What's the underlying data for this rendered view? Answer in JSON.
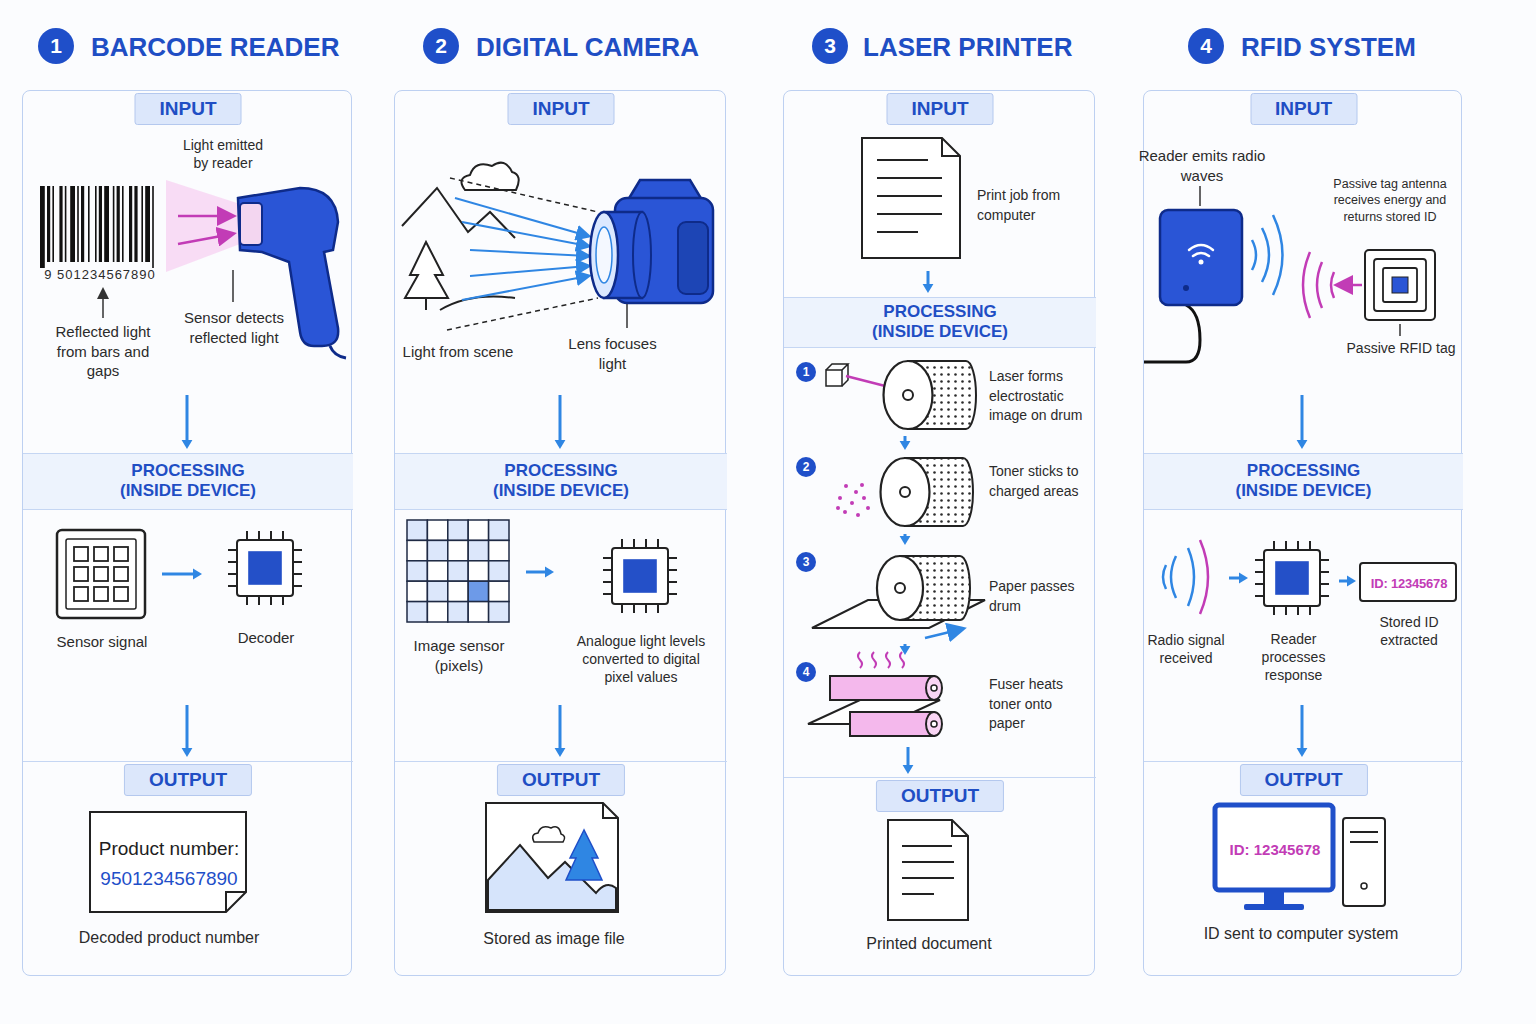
{
  "diagram": {
    "nodes": [
      {
        "text": [
          "1"
        ]
      },
      {
        "text": [
          "BARCODE READER"
        ]
      },
      {
        "text": [
          "INPUT"
        ],
        "in": 1
      },
      {
        "text": [
          "PROCESSING (INSIDE DEVICE)"
        ],
        "in": 1
      },
      {
        "text": [
          "OUTPUT"
        ],
        "in": 1
      },
      {
        "text": [
          "Sensor signal"
        ],
        "in": 3
      },
      {
        "text": [
          "Decoder"
        ],
        "in": 3
      },
      {
        "text": [
          "Product number:",
          "9501234567890",
          "Decoded product number"
        ],
        "in": 4
      },
      {
        "text": [
          "2"
        ]
      },
      {
        "text": [
          "DIGITAL CAMERA"
        ]
      },
      {
        "text": [
          "INPUT"
        ],
        "in": 9
      },
      {
        "text": [
          "PROCESSING (INSIDE DEVICE)"
        ],
        "in": 9
      },
      {
        "text": [
          "OUTPUT"
        ],
        "in": 9
      },
      {
        "text": [
          "Image sensor (pixels)"
        ],
        "in": 11
      },
      {
        "text": [
          "Analogue light levels converted to digital pixel values"
        ],
        "in": 11
      },
      {
        "text": [
          "Stored as image file"
        ],
        "in": 12
      },
      {
        "text": [
          "3"
        ]
      },
      {
        "text": [
          "LASER PRINTER"
        ]
      },
      {
        "text": [
          "INPUT"
        ],
        "in": 17
      },
      {
        "text": [
          "Print job from computer"
        ],
        "in": 18
      },
      {
        "text": [
          "PROCESSING (INSIDE DEVICE)"
        ],
        "in": 17
      },
      {
        "text": [
          "1",
          "Laser forms electrostatic image on drum"
        ],
        "in": 20
      },
      {
        "text": [
          "2",
          "Toner sticks to charged areas"
        ],
        "in": 20
      },
      {
        "text": [
          "3",
          "Paper passes drum"
        ],
        "in": 20
      },
      {
        "text": [
          "4",
          "Fuser heats toner onto paper"
        ],
        "in": 20
      },
      {
        "text": [
          "OUTPUT"
        ],
        "in": 17
      },
      {
        "text": [
          "Printed document"
        ],
        "in": 25
      },
      {
        "text": [
          "4"
        ]
      },
      {
        "text": [
          "RFID SYSTEM"
        ]
      },
      {
        "text": [
          "INPUT"
        ],
        "in": 28
      },
      {
        "text": [
          "Reader emits radio waves"
        ],
        "in": 29
      },
      {
        "text": [
          "Passive RFID tag"
        ],
        "in": 29
      },
      {
        "text": [
          "PROCESSING (INSIDE DEVICE)"
        ],
        "in": 28
      },
      {
        "text": [
          "Radio signal received"
        ],
        "in": 32
      },
      {
        "text": [
          "Reader processes response"
        ],
        "in": 32
      },
      {
        "text": [
          "ID: 12345678",
          "Stored ID extracted"
        ],
        "in": 32
      },
      {
        "text": [
          "OUTPUT"
        ],
        "in": 28
      },
      {
        "text": [
          "ID: 12345678",
          "ID sent to computer system"
        ],
        "in": 36
      }
    ],
    "edges": [
      {
        "from": 2,
        "to": 3,
        "arrow": "to"
      },
      {
        "from": 3,
        "to": 4,
        "arrow": "to"
      },
      {
        "from": 5,
        "to": 6,
        "arrow": "to"
      },
      {
        "from": 10,
        "to": 11,
        "arrow": "to"
      },
      {
        "from": 11,
        "to": 12,
        "arrow": "to"
      },
      {
        "from": 13,
        "to": 14,
        "arrow": "to"
      },
      {
        "from": 18,
        "to": 20,
        "arrow": "to"
      },
      {
        "from": 21,
        "to": 22,
        "arrow": "to"
      },
      {
        "from": 22,
        "to": 23,
        "arrow": "to"
      },
      {
        "from": 23,
        "to": 24,
        "arrow": "to"
      },
      {
        "from": 24,
        "to": 25,
        "arrow": "to"
      },
      {
        "from": 29,
        "to": 32,
        "arrow": "to"
      },
      {
        "from": 32,
        "to": 36,
        "arrow": "to"
      },
      {
        "from": 33,
        "to": 34,
        "arrow": "to"
      },
      {
        "from": 34,
        "to": 35,
        "arrow": "to"
      }
    ],
    "labels": [
      "Light emitted by reader",
      "9 501234567890",
      "Reflected light from bars and gaps",
      "Sensor detects reflected light",
      "Light from scene",
      "Lens focuses light",
      "Passive tag antenna receives energy and returns stored ID"
    ]
  }
}
